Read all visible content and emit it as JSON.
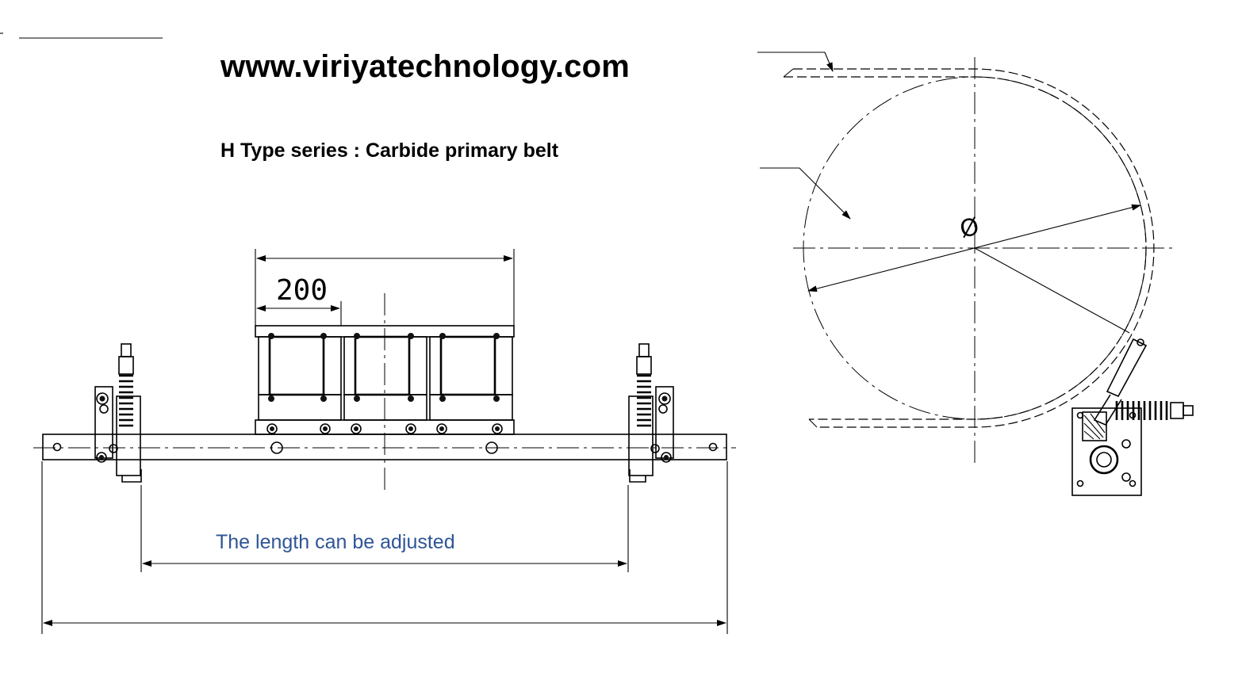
{
  "header": {
    "url": "www.viriyatechnology.com",
    "subtitle": "H Type series : Carbide primary belt"
  },
  "drawing": {
    "dimension_label": "200",
    "adjust_note": "The length can be adjusted",
    "diameter_symbol": "Ø"
  }
}
